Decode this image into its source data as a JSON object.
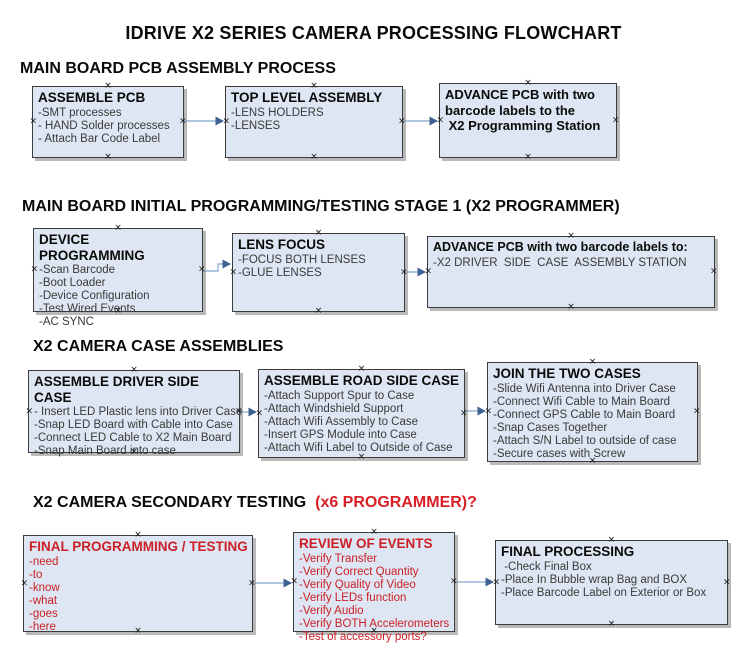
{
  "title": "IDRIVE X2  SERIES CAMERA PROCESSING FLOWCHART",
  "icons": {
    "connection_handle": "×"
  },
  "colors": {
    "box_fill": "#dde6f2",
    "box_border": "#3c3c3c",
    "connector_line": "#95b3d7",
    "connector_arrow": "#3f6191",
    "red_text": "#cc2026",
    "header_red": "#d92027",
    "title_black": "#0a0a0a",
    "body_text": "#3a3a3a"
  },
  "sections": [
    {
      "header": "MAIN BOARD PCB ASSEMBLY PROCESS",
      "boxes": [
        {
          "title": "ASSEMBLE PCB",
          "items": [
            "-SMT processes",
            "- HAND Solder processes",
            "- Attach Bar Code Label"
          ]
        },
        {
          "title": "TOP LEVEL ASSEMBLY",
          "items": [
            "-LENS HOLDERS",
            "-LENSES"
          ]
        },
        {
          "title": "ADVANCE PCB with two\nbarcode labels to the\n X2 Programming Station",
          "items": []
        }
      ]
    },
    {
      "header": "MAIN BOARD INITIAL PROGRAMMING/TESTING STAGE 1 (X2 PROGRAMMER)",
      "boxes": [
        {
          "title": "DEVICE PROGRAMMING",
          "items": [
            "-Scan Barcode",
            "-Boot Loader",
            "-Device Configuration",
            "-Test Wired Events",
            "-AC SYNC"
          ]
        },
        {
          "title": "LENS FOCUS",
          "items": [
            "-FOCUS BOTH LENSES",
            "-GLUE LENSES"
          ]
        },
        {
          "title": "ADVANCE PCB with two barcode labels to:",
          "items": [
            "-X2 DRIVER  SIDE  CASE  ASSEMBLY STATION"
          ]
        }
      ]
    },
    {
      "header": "X2 CAMERA CASE ASSEMBLIES",
      "boxes": [
        {
          "title": "ASSEMBLE DRIVER SIDE CASE",
          "items": [
            "- Insert LED Plastic lens into Driver Case",
            "-Snap LED Board with Cable into Case",
            "-Connect LED Cable to X2 Main Board",
            "-Snap Main Board into case"
          ]
        },
        {
          "title": "ASSEMBLE ROAD SIDE CASE",
          "items": [
            "-Attach Support Spur to Case",
            "-Attach Windshield Support",
            "-Attach Wifi Assembly to Case",
            "-Insert GPS Module into Case",
            "-Attach Wifi Label to Outside of Case"
          ]
        },
        {
          "title": "JOIN THE TWO CASES",
          "items": [
            "-Slide Wifi Antenna into Driver Case",
            "-Connect Wifi Cable to Main Board",
            "-Connect GPS Cable to Main Board",
            "-Snap Cases Together",
            "-Attach S/N Label to outside of case",
            "-Secure cases with Screw"
          ]
        }
      ]
    },
    {
      "header": "X2 CAMERA SECONDARY TESTING  ",
      "header_red": "(x6 PROGRAMMER)?",
      "boxes": [
        {
          "title": "FINAL PROGRAMMING / TESTING",
          "items": [
            "-need",
            "-to",
            "-know",
            "-what",
            "-goes",
            "-here"
          ]
        },
        {
          "title": "REVIEW OF EVENTS",
          "items": [
            "-Verify Transfer",
            "-Verify Correct Quantity",
            "-Verify Quality of Video",
            "-Verify LEDs function",
            "-Verify Audio",
            "-Verify BOTH Accelerometers",
            "-Test of accessory ports?"
          ]
        },
        {
          "title": "FINAL PROCESSING",
          "items": [
            " -Check Final Box",
            "-Place In Bubble wrap Bag and BOX",
            "-Place Barcode Label on Exterior or Box"
          ]
        }
      ]
    }
  ]
}
